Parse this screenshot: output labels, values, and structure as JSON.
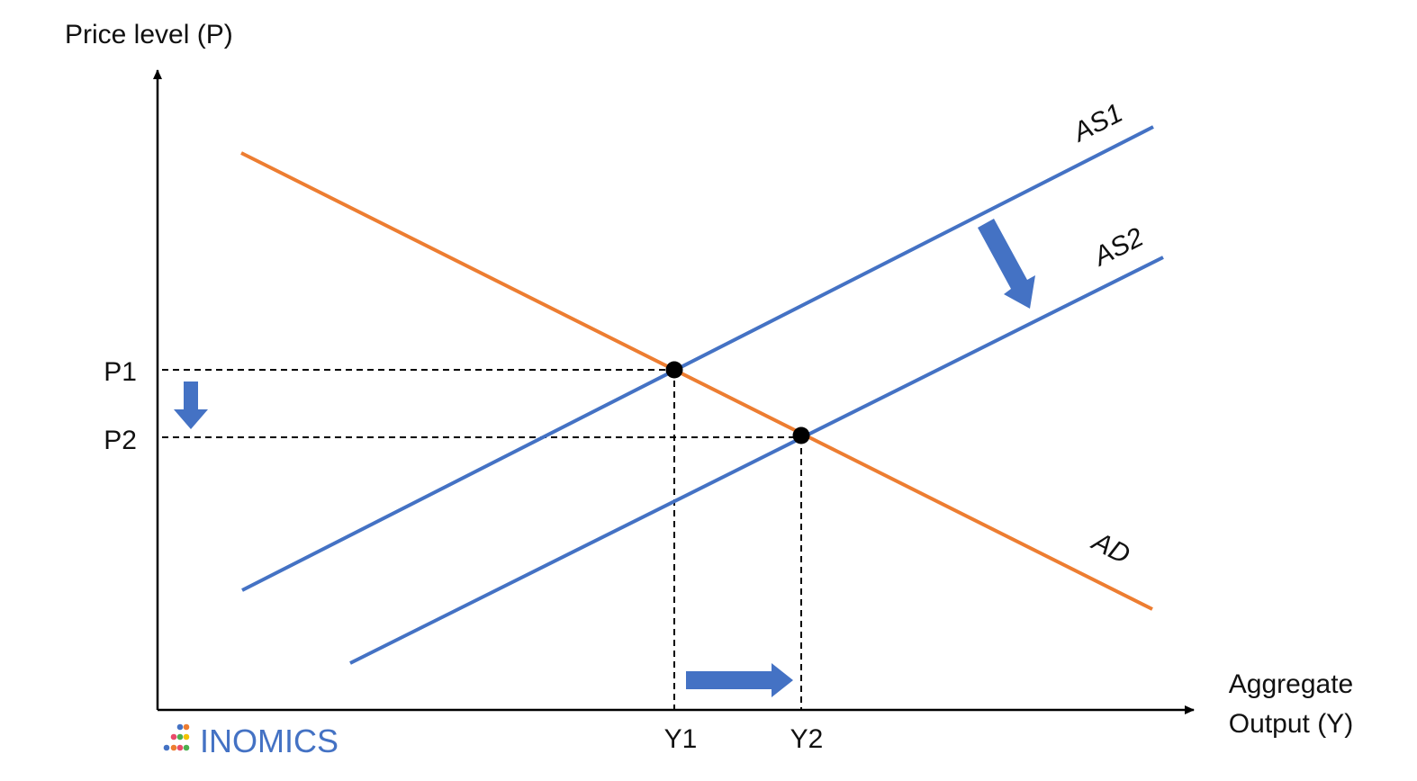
{
  "diagram": {
    "y_axis_label": "Price level (P)",
    "x_axis_label_line1": "Aggregate",
    "x_axis_label_line2": "Output (Y)",
    "curves": [
      {
        "name": "AS1",
        "role": "aggregate supply (initial)",
        "color": "#4472C4"
      },
      {
        "name": "AS2",
        "role": "aggregate supply (shifted)",
        "color": "#4472C4"
      },
      {
        "name": "AD",
        "role": "aggregate demand",
        "color": "#ED7D31"
      }
    ],
    "price_levels": [
      "P1",
      "P2"
    ],
    "output_levels": [
      "Y1",
      "Y2"
    ],
    "equilibria": [
      {
        "price": "P1",
        "output": "Y1",
        "curves": [
          "AS1",
          "AD"
        ]
      },
      {
        "price": "P2",
        "output": "Y2",
        "curves": [
          "AS2",
          "AD"
        ]
      }
    ],
    "shifts": [
      {
        "what": "AS1 to AS2",
        "direction": "down-right"
      },
      {
        "what": "price level",
        "direction": "down"
      },
      {
        "what": "output",
        "direction": "right"
      }
    ]
  },
  "brand": {
    "name": "INOMICS",
    "dot_colors": [
      "#4472C4",
      "#ED7D31",
      "#E94B6A",
      "#4CAF50",
      "#F2C200",
      "#4472C4",
      "#ED7D31"
    ]
  }
}
